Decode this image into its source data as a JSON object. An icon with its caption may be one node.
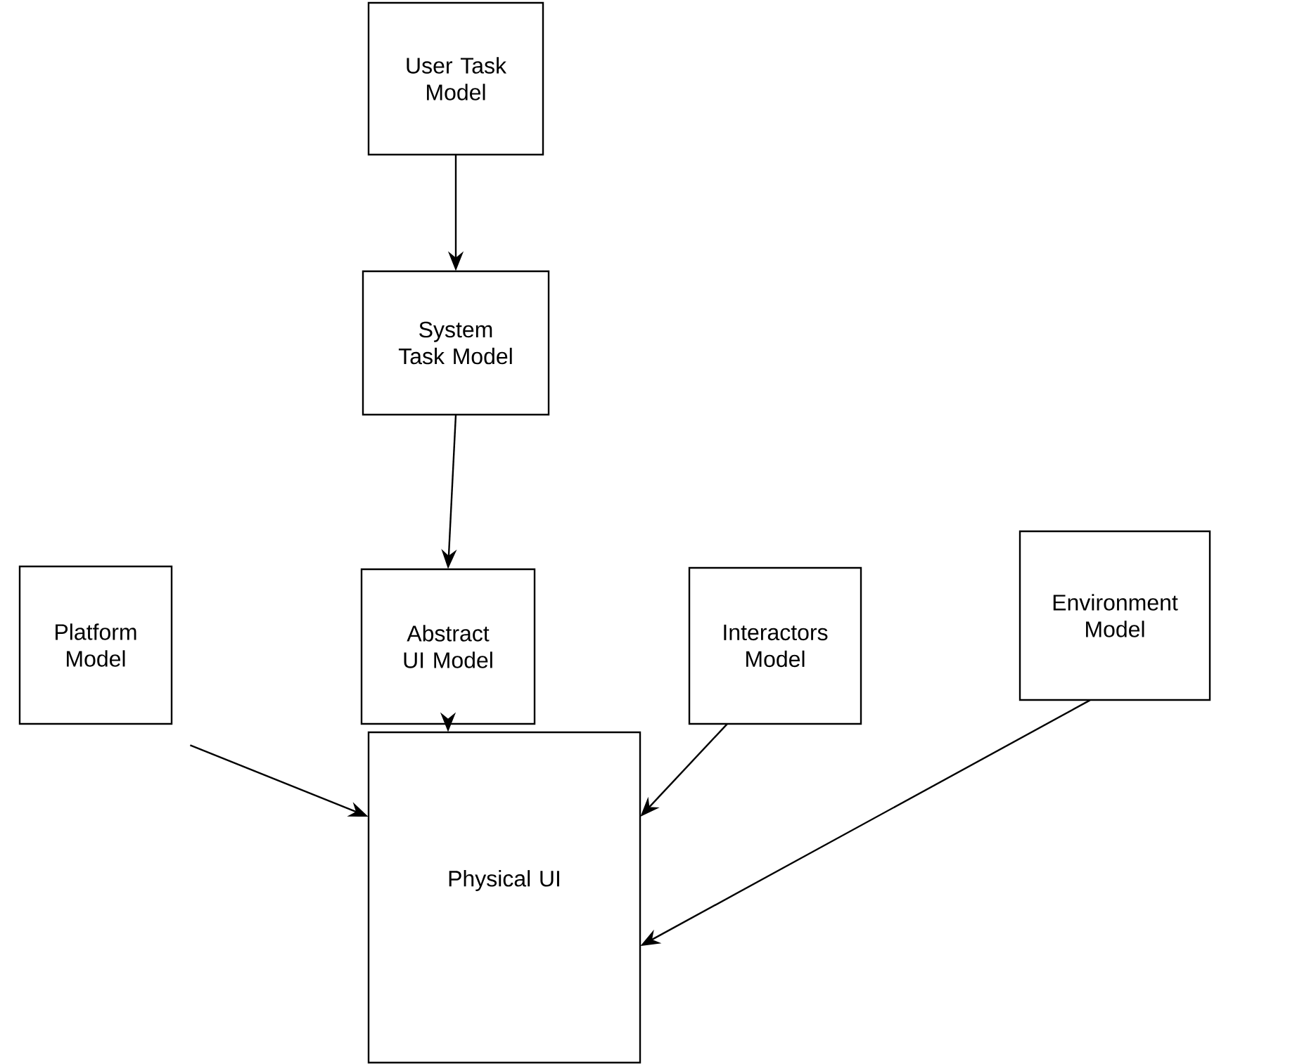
{
  "diagram": {
    "nodes": [
      {
        "text": [
          "User Task Model"
        ]
      },
      {
        "text": [
          "System Task Model"
        ]
      },
      {
        "text": [
          "Platform Model"
        ]
      },
      {
        "text": [
          "Abstract UI Model"
        ]
      },
      {
        "text": [
          "Interactors Model"
        ]
      },
      {
        "text": [
          "Environment Model"
        ]
      },
      {
        "text": [
          "Physical UI"
        ]
      }
    ],
    "edges": [
      {
        "from": 0,
        "to": 1,
        "arrow": "to"
      },
      {
        "from": 1,
        "to": 3,
        "arrow": "to"
      },
      {
        "from": 2,
        "to": 6,
        "arrow": "to"
      },
      {
        "from": 3,
        "to": 6,
        "arrow": "to"
      },
      {
        "from": 4,
        "to": 6,
        "arrow": "to"
      },
      {
        "from": 5,
        "to": 6,
        "arrow": "to"
      }
    ]
  }
}
